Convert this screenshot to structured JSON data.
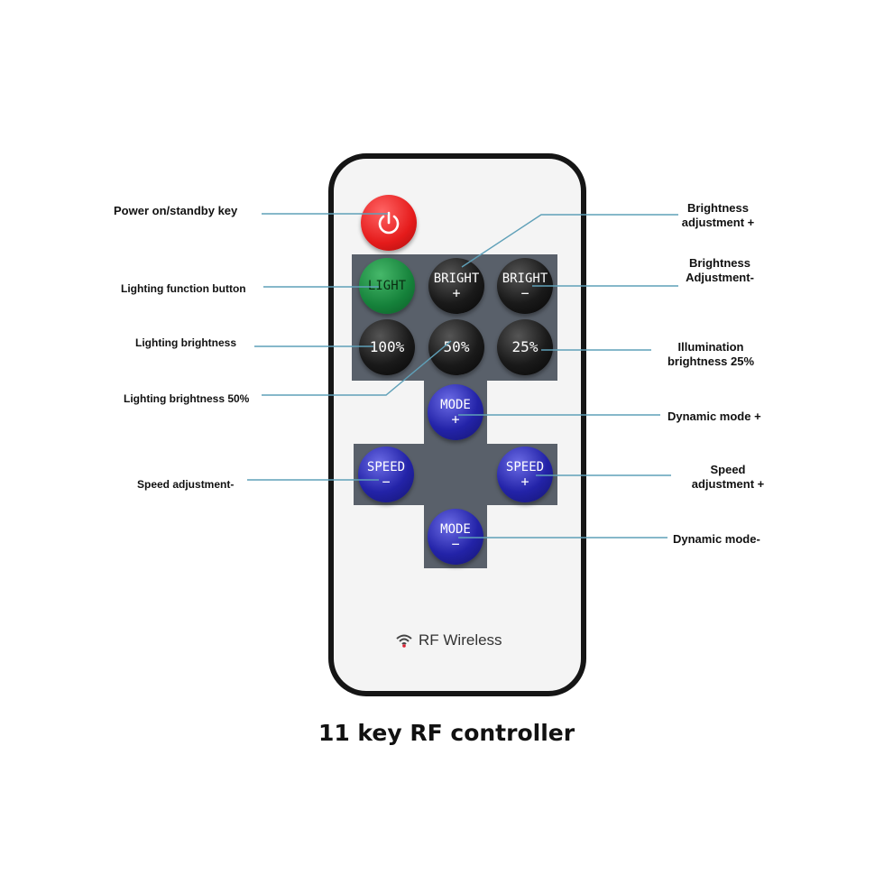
{
  "caption": "11 key RF controller",
  "remote": {
    "brand_text": "RF Wireless",
    "buttons": {
      "power": {
        "icon": "power-icon",
        "color": "#e51b1b"
      },
      "light": {
        "label": "LIGHT",
        "color": "#15813a"
      },
      "bright_plus": {
        "line1": "BRIGHT",
        "line2": "+"
      },
      "bright_minus": {
        "line1": "BRIGHT",
        "line2": "−"
      },
      "b100": {
        "label": "100%"
      },
      "b50": {
        "label": "50%"
      },
      "b25": {
        "label": "25%"
      },
      "mode_plus": {
        "line1": "MODE",
        "line2": "+"
      },
      "mode_minus": {
        "line1": "MODE",
        "line2": "−"
      },
      "speed_minus": {
        "line1": "SPEED",
        "line2": "−"
      },
      "speed_plus": {
        "line1": "SPEED",
        "line2": "+"
      }
    }
  },
  "callouts": {
    "power": "Power on/standby key",
    "light": "Lighting function button",
    "lighting_brightness": "Lighting brightness",
    "brightness_50": "Lighting brightness 50%",
    "speed_minus": "Speed adjustment-",
    "bright_plus": [
      "Brightness",
      "adjustment +"
    ],
    "bright_minus": [
      "Brightness",
      "Adjustment-"
    ],
    "brightness_25": [
      "Illumination",
      "brightness 25%"
    ],
    "mode_plus": "Dynamic mode +",
    "speed_plus": [
      "Speed",
      "adjustment +"
    ],
    "mode_minus": "Dynamic mode-"
  },
  "colors": {
    "leader_line": "#5fa0b8",
    "panel": "#59606a",
    "blue_button": "#2323a8",
    "black_button": "#1a1a1a"
  }
}
